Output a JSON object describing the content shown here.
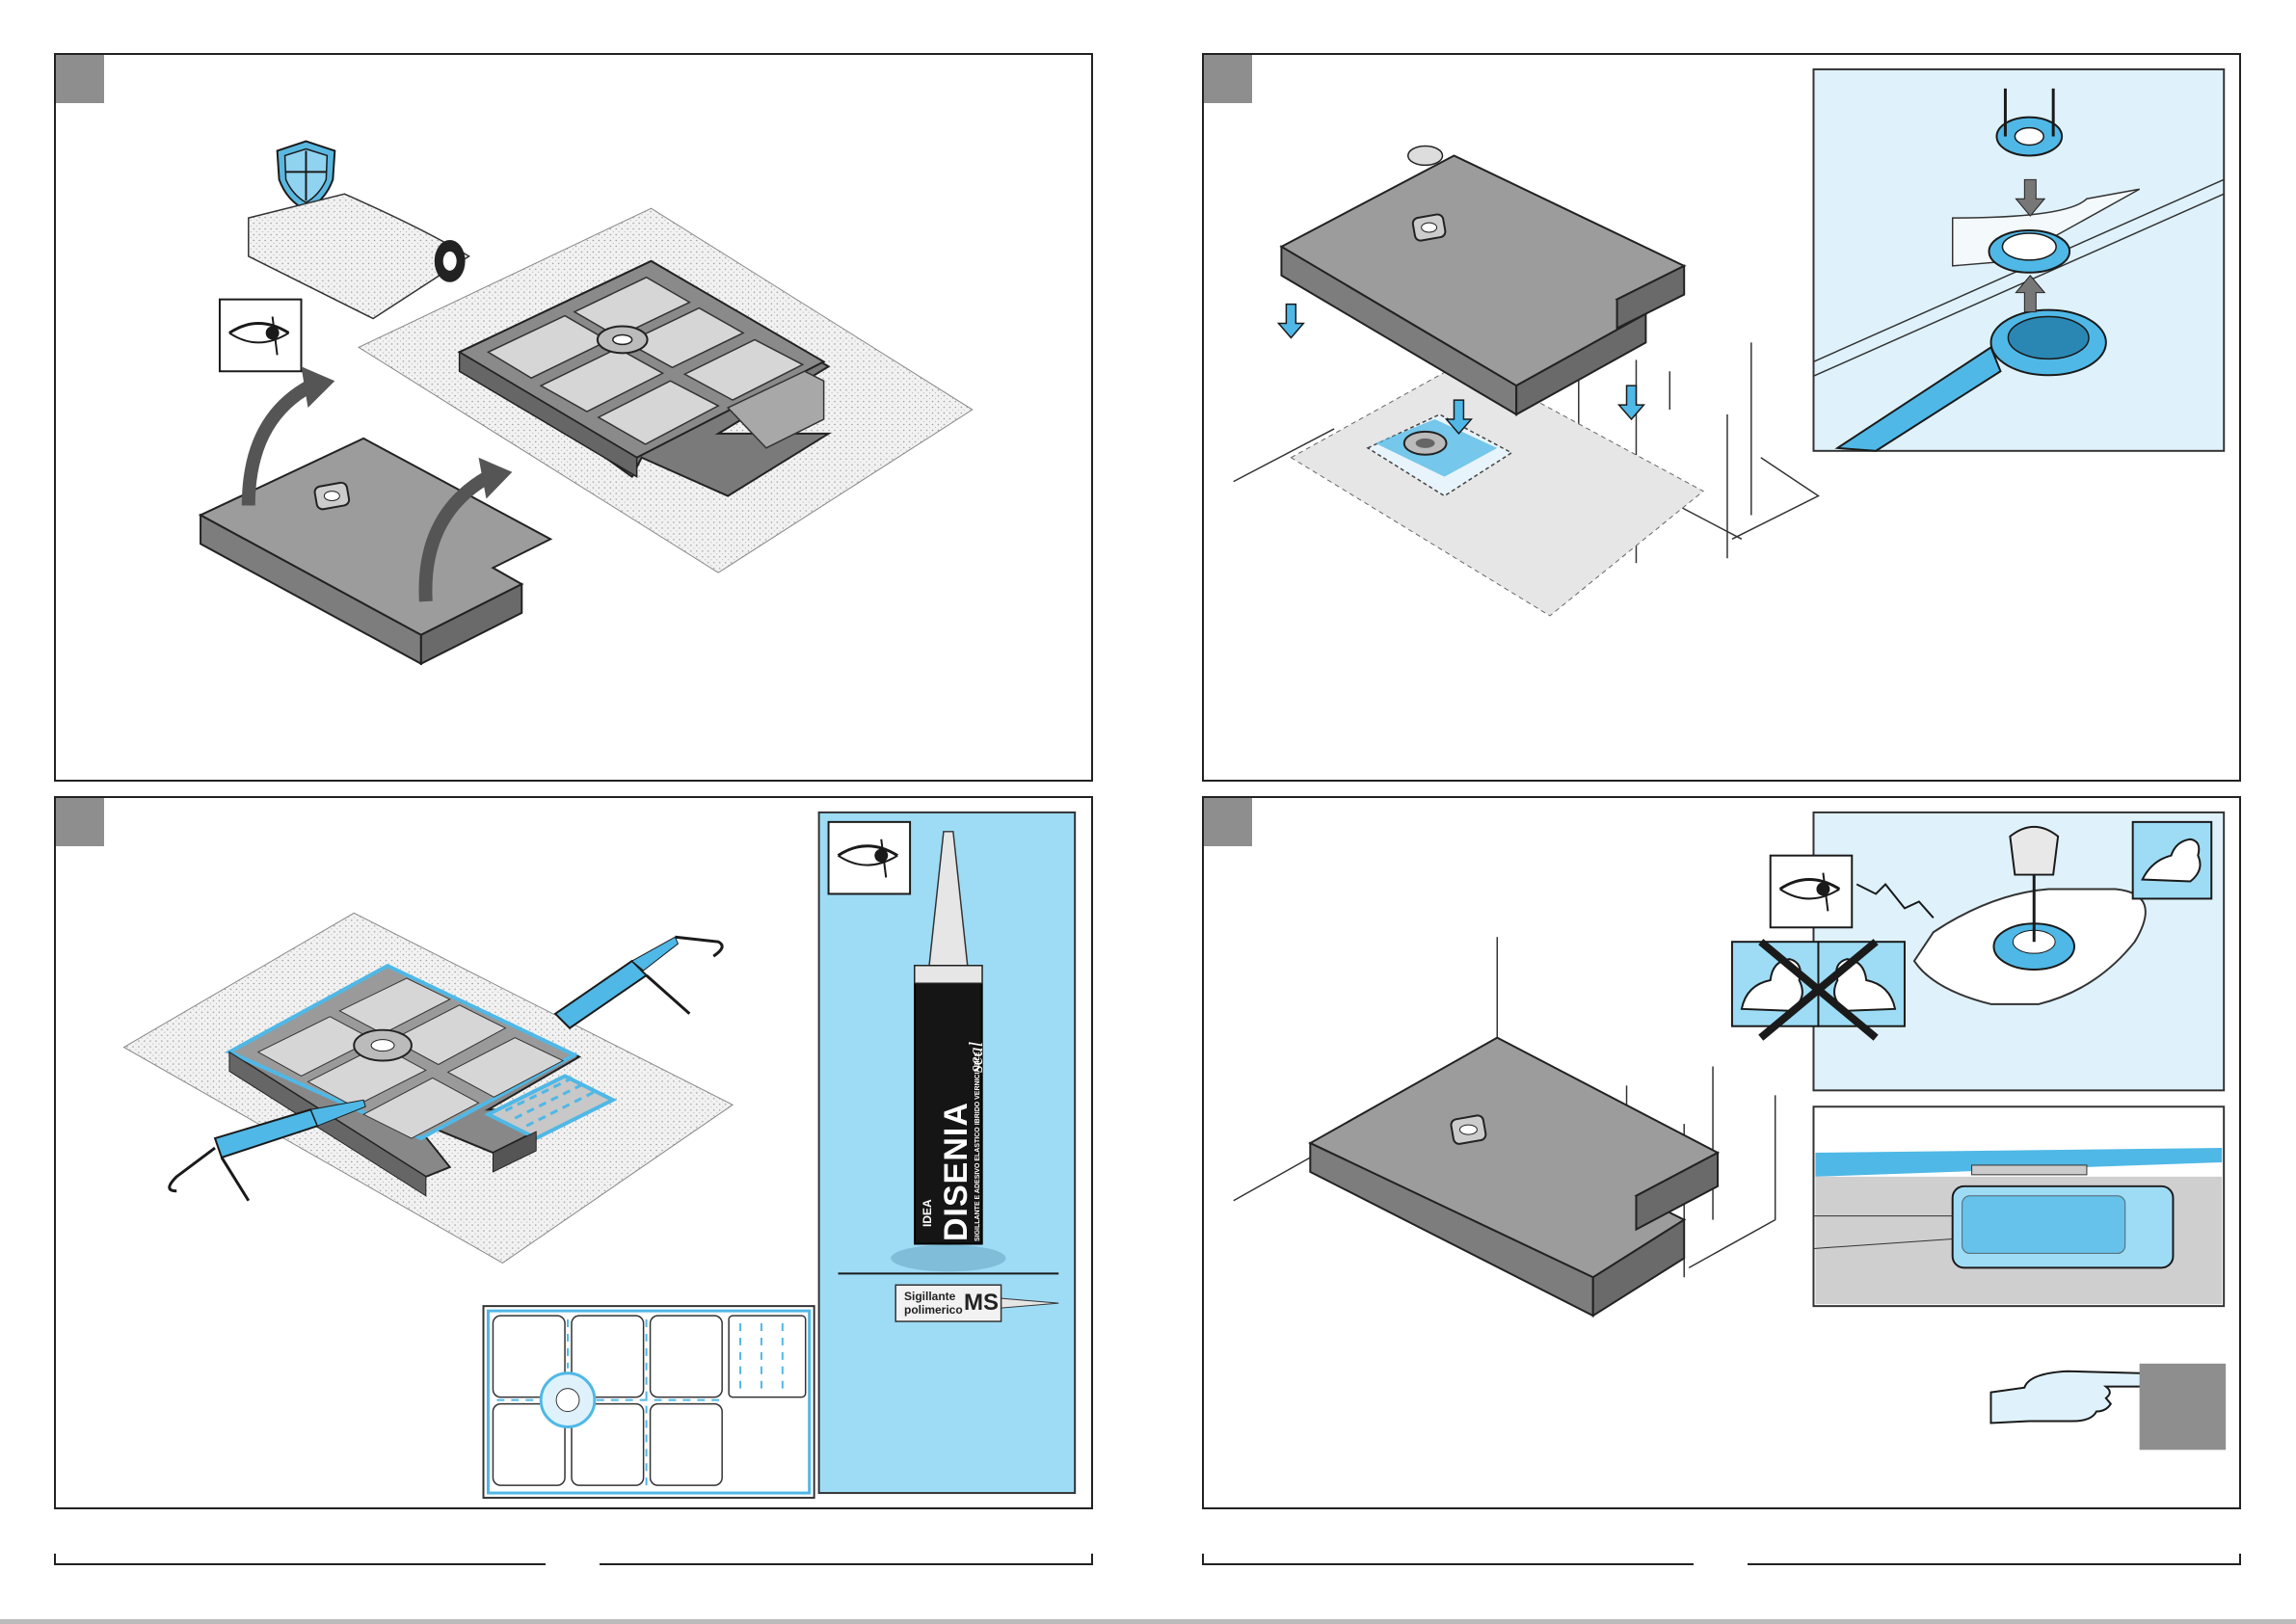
{
  "sealant_tube": {
    "brand_top": "IDEA",
    "product": "DISENIA",
    "product_sub": "seal",
    "description": "SIGILLANTE E ADESIVO ELASTICO IBRIDO VERNICIABILE"
  },
  "alt_sealant": {
    "line1": "Sigillante",
    "line2": "polimerico",
    "code": "MS"
  },
  "colors": {
    "accent_blue": "#4fb8e6",
    "light_blue": "#dff2fb",
    "panel_blue": "#9edcf5",
    "tray_grey": "#9a9a9a",
    "step_tab": "#8e8e8e"
  }
}
